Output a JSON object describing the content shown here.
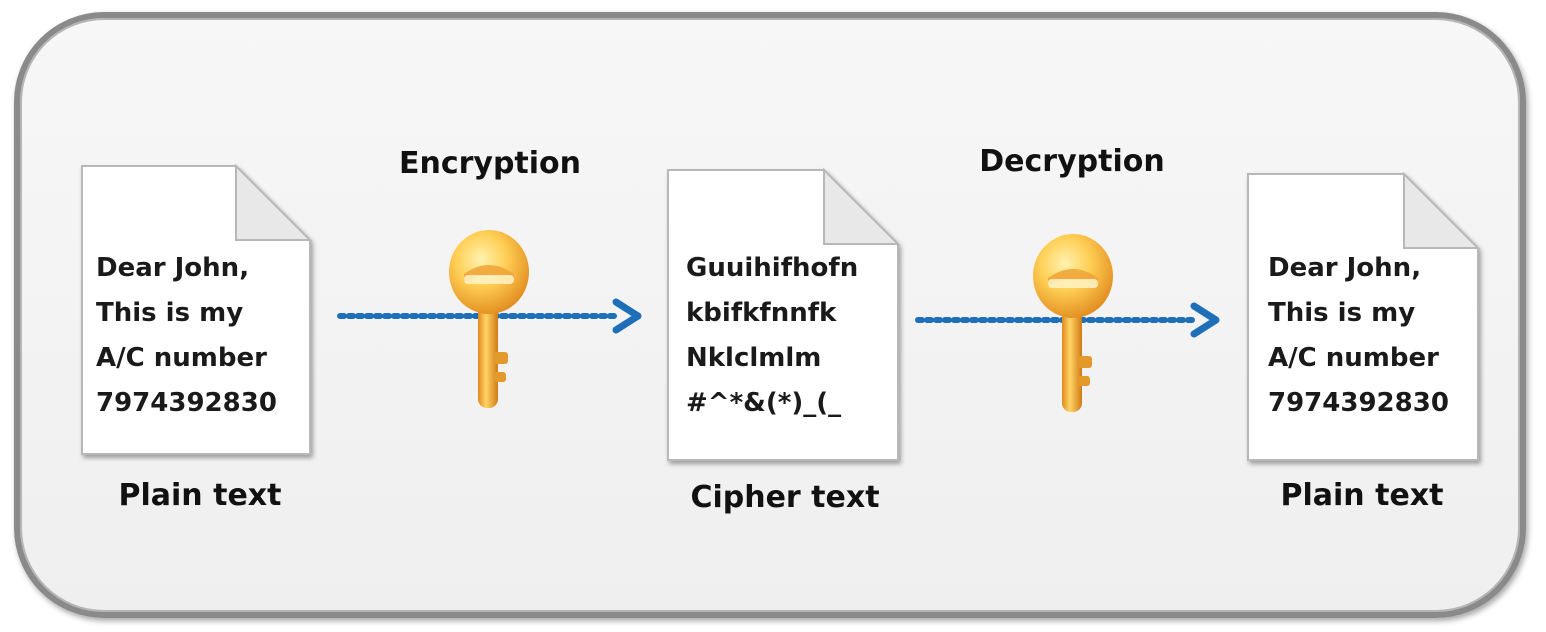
{
  "steps": {
    "encryption": "Encryption",
    "decryption": "Decryption"
  },
  "documents": {
    "source": {
      "caption": "Plain text",
      "lines": [
        "Dear John,",
        "This is my",
        "A/C number",
        "7974392830"
      ]
    },
    "cipher": {
      "caption": "Cipher text",
      "lines": [
        "Guuihifhofn",
        "kbifkfnnfk",
        "Nklclmlm",
        "#^*&(*)_(_"
      ]
    },
    "result": {
      "caption": "Plain text",
      "lines": [
        "Dear John,",
        "This is my",
        "A/C number",
        "7974392830"
      ]
    }
  },
  "colors": {
    "arrow": "#1f6fb8",
    "key_light": "#ffd566",
    "key_dark": "#e0891c",
    "border": "#8a8a8a"
  },
  "icons": {
    "key": "key-icon",
    "document": "document-icon",
    "arrow": "dotted-arrow-icon"
  }
}
